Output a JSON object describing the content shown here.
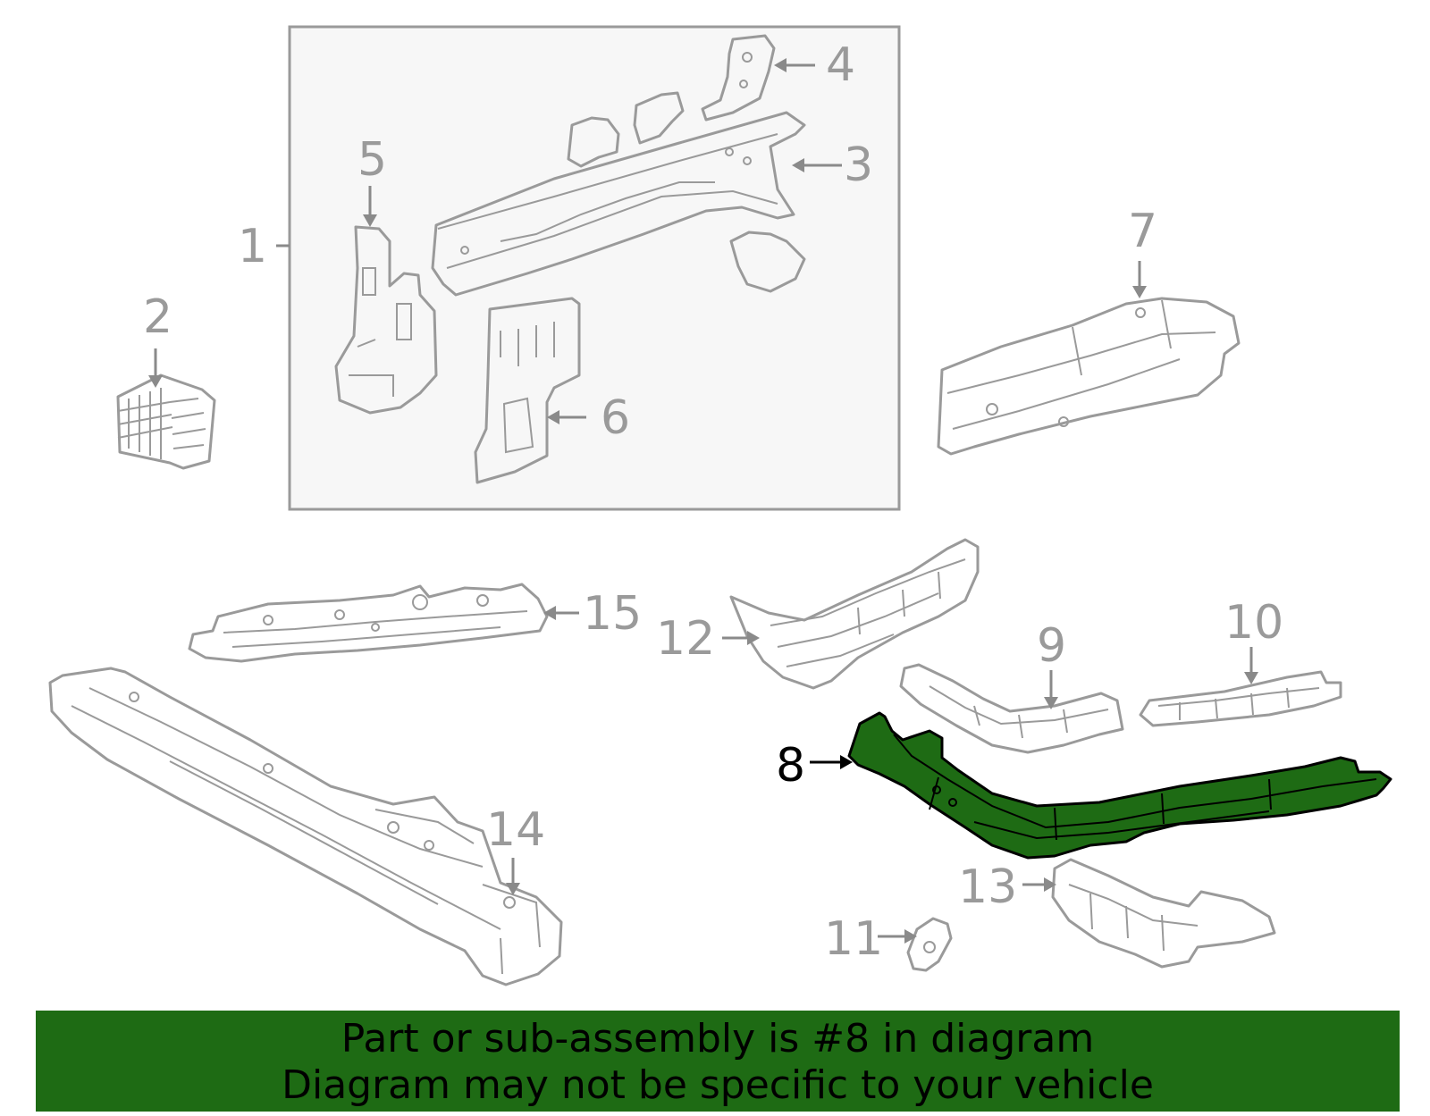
{
  "diagram": {
    "callouts": [
      "1",
      "2",
      "3",
      "4",
      "5",
      "6",
      "7",
      "8",
      "9",
      "10",
      "11",
      "12",
      "13",
      "14",
      "15"
    ],
    "highlighted_part": "8",
    "highlight_color": "#1e6b14",
    "line_color": "#9a9a9a"
  },
  "banner": {
    "line1": "Part or sub-assembly is #8 in diagram",
    "line2": "Diagram may not be specific to your vehicle"
  }
}
